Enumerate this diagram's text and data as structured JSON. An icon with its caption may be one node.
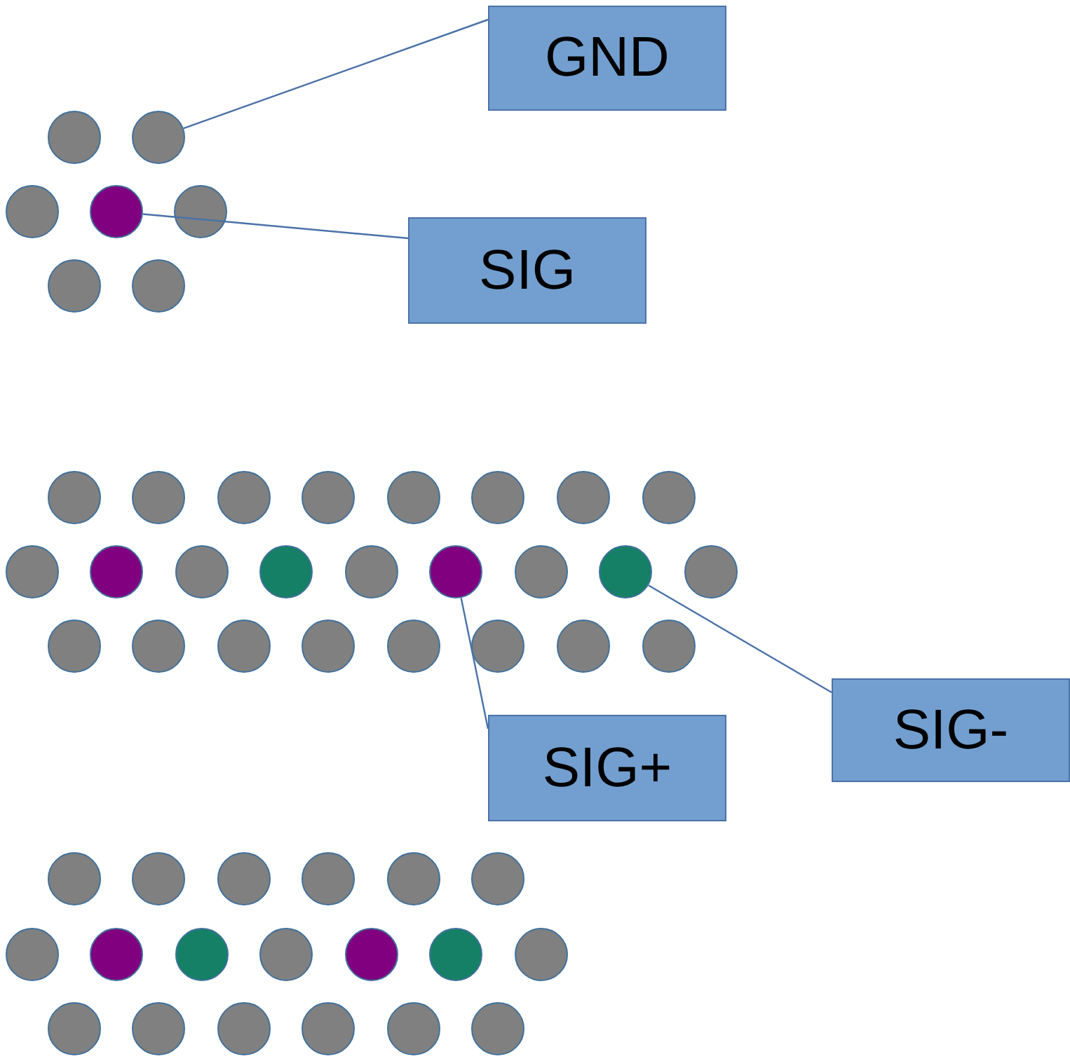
{
  "diagram": {
    "nodes": [
      {
        "text": [
          "GND"
        ]
      },
      {
        "text": [],
        "shape": "circle"
      },
      {
        "text": [],
        "shape": "circle"
      },
      {
        "text": [
          "SIG"
        ]
      },
      {
        "text": [],
        "shape": "circle"
      },
      {
        "text": [],
        "shape": "circle"
      },
      {
        "text": [
          "SIG-"
        ]
      },
      {
        "text": [
          "SIG+"
        ]
      }
    ],
    "edges": [
      {
        "from": 0,
        "to": 1,
        "arrow": "none"
      },
      {
        "from": 3,
        "to": 2,
        "arrow": "none"
      },
      {
        "from": 7,
        "to": 4,
        "arrow": "none"
      },
      {
        "from": 6,
        "to": 5,
        "arrow": "none"
      }
    ]
  }
}
